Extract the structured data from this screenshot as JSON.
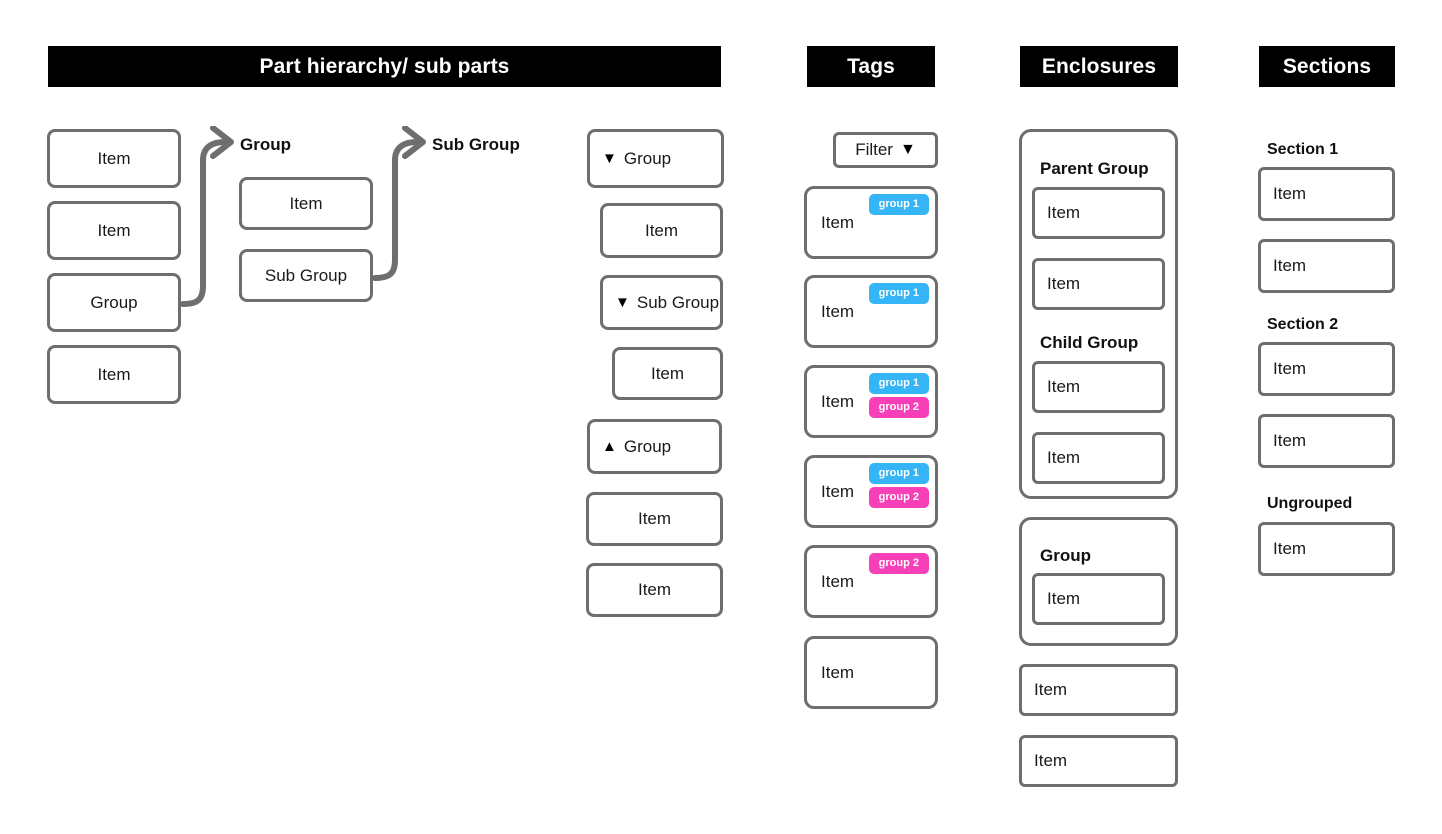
{
  "headers": {
    "hierarchy": "Part hierarchy/ sub parts",
    "tags": "Tags",
    "enclosures": "Enclosures",
    "sections": "Sections"
  },
  "colors": {
    "header_bg": "#000000",
    "header_text": "#ffffff",
    "box_border": "#6e6e6e",
    "tag_group1": "#35b5f5",
    "tag_group2": "#f73fb8",
    "page_bg": "#ffffff",
    "text": "#1a1a1a"
  },
  "hierarchy": {
    "level1": [
      {
        "label": "Item"
      },
      {
        "label": "Item"
      },
      {
        "label": "Group"
      },
      {
        "label": "Item"
      }
    ],
    "group_label": "Group",
    "level2": [
      {
        "label": "Item"
      },
      {
        "label": "Sub Group"
      }
    ],
    "subgroup_label": "Sub Group"
  },
  "tree": [
    {
      "label": "Group",
      "icon": "triangle-down",
      "indent": 0,
      "align": "left",
      "type": "group"
    },
    {
      "label": "Item",
      "icon": "",
      "indent": 1,
      "align": "center",
      "type": "item"
    },
    {
      "label": "Sub Group",
      "icon": "triangle-down",
      "indent": 1,
      "align": "left",
      "type": "group"
    },
    {
      "label": "Item",
      "icon": "",
      "indent": 2,
      "align": "center",
      "type": "item"
    },
    {
      "label": "Group",
      "icon": "triangle-up",
      "indent": 0,
      "align": "left",
      "type": "group"
    },
    {
      "label": "Item",
      "icon": "",
      "indent": 0,
      "align": "center",
      "type": "item"
    },
    {
      "label": "Item",
      "icon": "",
      "indent": 0,
      "align": "center",
      "type": "item"
    }
  ],
  "tags_panel": {
    "filter_label": "Filter",
    "filter_icon": "triangle-down",
    "items": [
      {
        "label": "Item",
        "tags": [
          "group 1"
        ]
      },
      {
        "label": "Item",
        "tags": [
          "group 1"
        ]
      },
      {
        "label": "Item",
        "tags": [
          "group 1",
          "group 2"
        ]
      },
      {
        "label": "Item",
        "tags": [
          "group 1",
          "group 2"
        ]
      },
      {
        "label": "Item",
        "tags": [
          "group 2"
        ]
      },
      {
        "label": "Item",
        "tags": []
      }
    ]
  },
  "enclosures": {
    "enclosure_1": {
      "groups": [
        {
          "label": "Parent Group",
          "items": [
            "Item",
            "Item"
          ]
        },
        {
          "label": "Child Group",
          "items": [
            "Item",
            "Item"
          ]
        }
      ]
    },
    "enclosure_2": {
      "groups": [
        {
          "label": "Group",
          "items": [
            "Item"
          ]
        }
      ]
    },
    "loose_items": [
      "Item",
      "Item"
    ]
  },
  "sections": [
    {
      "label": "Section 1",
      "items": [
        "Item",
        "Item"
      ]
    },
    {
      "label": "Section 2",
      "items": [
        "Item",
        "Item"
      ]
    },
    {
      "label": "Ungrouped",
      "items": [
        "Item"
      ]
    }
  ],
  "glyphs": {
    "triangle-down": "▼",
    "triangle-up": "▲"
  }
}
